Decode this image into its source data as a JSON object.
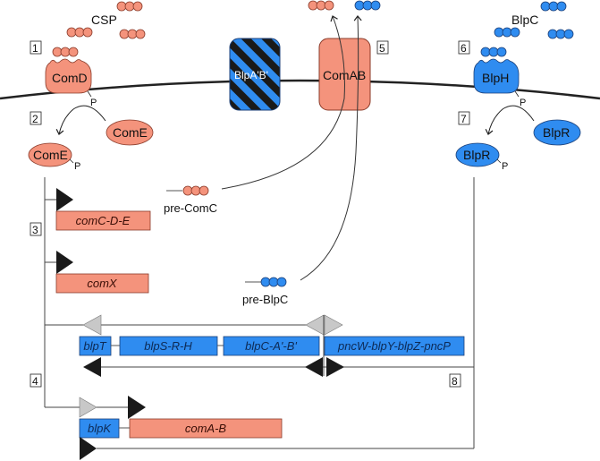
{
  "colors": {
    "com": "#f4937c",
    "com_stroke": "#8a3b2a",
    "blp": "#2f8cf0",
    "blp_stroke": "#1b3f78",
    "promoter_active": "#1a1a1a",
    "promoter_inactive": "#c8c8c8",
    "line": "#333333"
  },
  "peptides": {
    "csp_label": "CSP",
    "blpc_label": "BlpC",
    "pre_comc_label": "pre-ComC",
    "pre_blpc_label": "pre-BlpC"
  },
  "proteins": {
    "comd": "ComD",
    "come": "ComE",
    "come_p": "ComE",
    "blpab": "BlpA'B'",
    "comab": "ComAB",
    "blph": "BlpH",
    "blpr": "BlpR",
    "blpr_p": "BlpR",
    "phospho": "P"
  },
  "steps": [
    "1",
    "2",
    "3",
    "4",
    "5",
    "6",
    "7",
    "8"
  ],
  "genes": {
    "comcde": "comC-D-E",
    "comx": "comX",
    "blpt": "blpT",
    "blpsrh": "blpS-R-H",
    "blpcab": "blpC-A'-B'",
    "pncw": "pncW-blpY-blpZ-pncP",
    "blpk": "blpK",
    "comab": "comA-B"
  }
}
